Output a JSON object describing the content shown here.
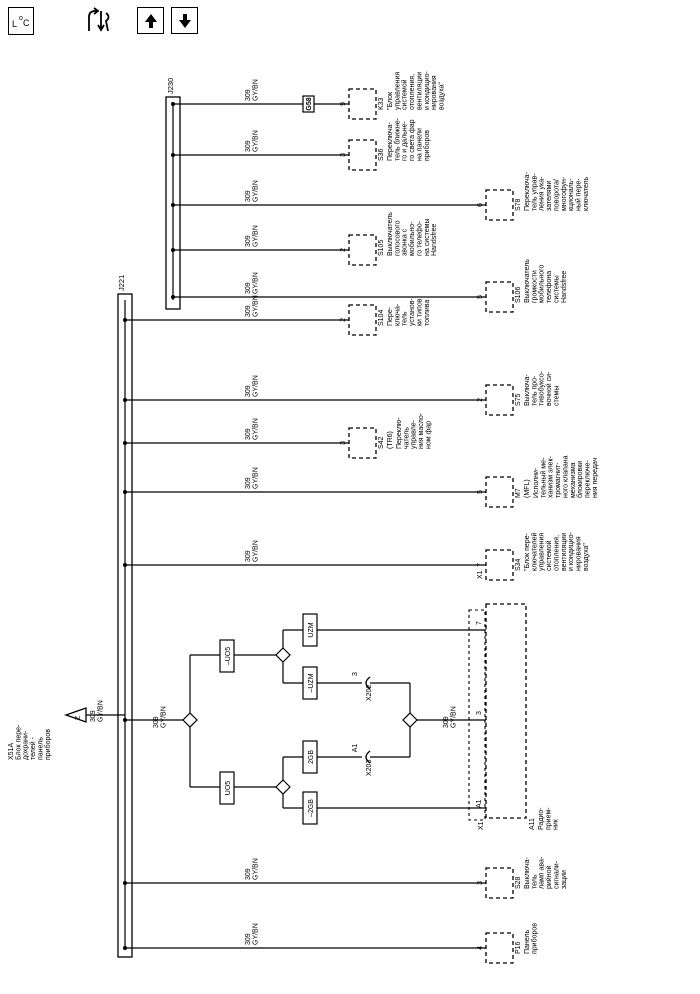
{
  "toolbar": {
    "icons": [
      "temperature-unit-icon",
      "connector-view-icon",
      "arrow-up-icon",
      "arrow-down-icon"
    ]
  },
  "wire": {
    "num": "309",
    "color": "GY/BN"
  },
  "x51a": {
    "label": "X51A\nБлок пере-\nдохрани-\nтелей -\nпанель\nприборов",
    "pin": "Z"
  },
  "splices": {
    "j230": "J230",
    "j221": "J221"
  },
  "fuse": "G58",
  "branches": [
    {
      "pin": "9",
      "id": "K33",
      "text": "\"Блок\nуправления\nсистемой\nотопления,\nвентиляции\nи кондицио-\nнирования\nвоздуха\""
    },
    {
      "pin": "3",
      "id": "S36",
      "text": "Переключа-\nтель ближне-\nго и дальне-\nго света фар\nна панели\nприборов"
    },
    {
      "pin": "6",
      "id": "S78",
      "text": "Переключа-\nтель управ-\nления ука-\nзателями\nповорота/\nмногофун-\nкциональ-\nный пере-\nключатель"
    },
    {
      "pin": "2",
      "id": "S105",
      "text": "Выключатель\nголосового\nзвонка с\nмобильно-\nго телефо-\nна системы\nHandsfree"
    },
    {
      "pin": "5",
      "id": "S106",
      "text": "Выключатель\nгромкости\nмобильного\nтелефона\nсистемы\nHandsfree"
    },
    {
      "pin": "2",
      "id": "S104",
      "text": "Пере-\nключа-\nтель\nустанов-\nки типов\nтоплива"
    },
    {
      "pin": "2",
      "id": "S75",
      "text": "Выключа-\nтель про-\nтивобуксо-\nвочной си-\nстемы"
    },
    {
      "pin": "3",
      "id": "S42",
      "tag": "(TR6)",
      "text": "Переклю-\nчатель\nуправле-\nния масло-\nном фар"
    },
    {
      "pin": "5",
      "id": "M7",
      "tag": "(MFL)",
      "text": "Исполни-\nтельный ме-\nханизм элек-\nтромагнит-\nного клапана\nмеханизма\nблокировки\nпереключе-\nния передач"
    },
    {
      "pin": "7",
      "conn": "X1",
      "id": "S34",
      "text": "\"Блок пере-\nключателей\nуправления\nсистемой\nотопления,\nвентиляции\nи кондицио-\nнирования\nвоздуха\""
    },
    {
      "pin": "3",
      "id": "S28",
      "text": "Выключа-\nтель\nламп ава-\nрийной\nсигнали-\nзации"
    },
    {
      "pin": "4",
      "id": "P16",
      "text": "Панель\nприборов"
    }
  ],
  "radio": {
    "id": "A11",
    "text": "Радио-\nприем-\nник",
    "conn": "X1",
    "pins": {
      "top": "7",
      "mid": "3",
      "bot": "A1"
    },
    "options": {
      "uo5": "UO5",
      "neg_uo5": "–UO5",
      "uzm": "UZM",
      "neg_uzm": "–UZM",
      "gb2": "2GB",
      "neg_gb2": "–2GB"
    },
    "x202": {
      "name": "X202",
      "pin": "3"
    },
    "x203": {
      "name": "X203",
      "pin": "A1"
    }
  },
  "colors": {
    "ink": "#000000",
    "background": "#ffffff"
  }
}
